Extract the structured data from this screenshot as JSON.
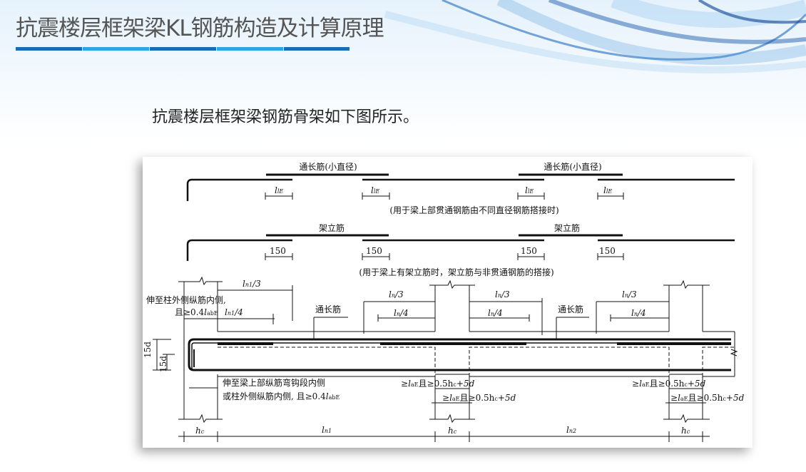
{
  "header": {
    "title": "抗震楼层框架梁KL钢筋构造及计算原理",
    "stripe_colors": [
      "#1a6db4",
      "#2aa7e1",
      "#1a6db4",
      "#2aa7e1",
      "#1a6db4"
    ]
  },
  "subtitle": "抗震楼层框架梁钢筋骨架如下图所示。",
  "diagram": {
    "row1_label": "通长筋(小直径)",
    "lap_symbol": {
      "main": "l",
      "sub": "lE"
    },
    "row1_note": "(用于梁上部贯通钢筋由不同直径钢筋搭接时)",
    "row2_label": "架立筋",
    "lap_150": "150",
    "row2_note": "(用于梁上有架立筋时，架立筋与非贯通钢筋的搭接)",
    "left_note_1": "伸至柱外侧纵筋内侧,",
    "left_note_2_pre": "且≥0.4",
    "left_note_2_sub": "abE",
    "through_bar": "通长筋",
    "ln1_div3": {
      "main": "l",
      "sub": "n1",
      "rest": "/3"
    },
    "ln1_div4": {
      "main": "l",
      "sub": "n1",
      "rest": "/4"
    },
    "ln_div3": {
      "main": "l",
      "sub": "n",
      "rest": "/3"
    },
    "ln_div4": {
      "main": "l",
      "sub": "n",
      "rest": "/4"
    },
    "d15": "15d",
    "bottom_note_1": "伸至梁上部纵筋弯钩段内侧",
    "bottom_note_2_pre": "或柱外侧纵筋内侧, 且≥0.4",
    "bottom_note_2_sub": "abE",
    "anchor_pre": "≥",
    "anchor_sub": "aE",
    "anchor_rest": "且≥0.5h",
    "anchor_hc_sub": "c",
    "anchor_end": "+5d",
    "hc": {
      "main": "h",
      "sub": "c"
    },
    "ln1": {
      "main": "l",
      "sub": "n1"
    },
    "ln2": {
      "main": "l",
      "sub": "n2"
    }
  }
}
